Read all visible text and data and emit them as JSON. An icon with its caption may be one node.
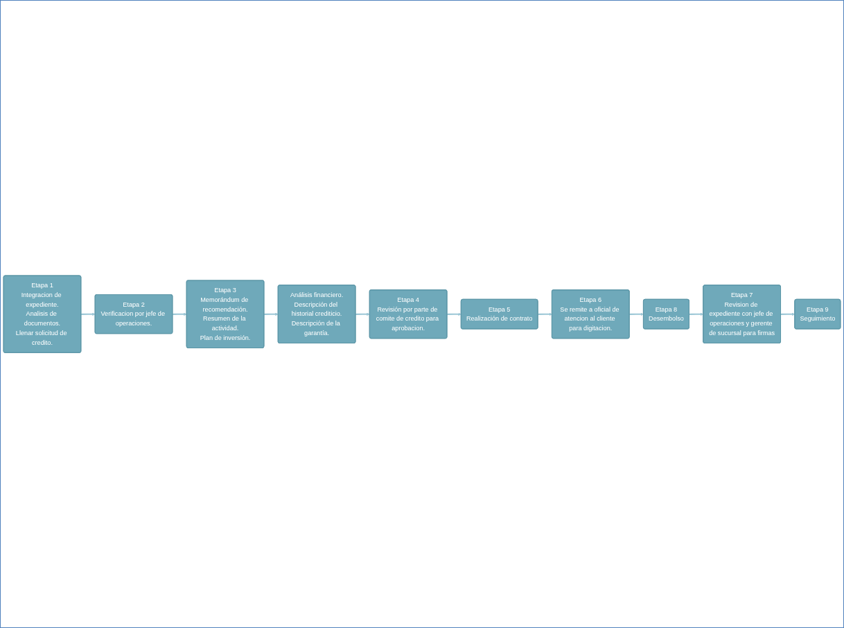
{
  "diagram": {
    "nodes": [
      {
        "text": [
          "Etapa 1",
          "Integracion de expediente.",
          "Analisis de documentos.",
          "Llenar solicitud de credito."
        ]
      },
      {
        "text": [
          "Etapa 2",
          "Verificacion por jefe de operaciones."
        ]
      },
      {
        "text": [
          "Etapa 3",
          "Memorándum de recomendación.",
          "Resumen de la actividad.",
          "Plan de inversión."
        ]
      },
      {
        "text": [
          "Análisis financiero.",
          "Descripción del historial crediticio.",
          "Descripción de la garantía."
        ]
      },
      {
        "text": [
          "Etapa 4",
          "Revisión por parte de comite de credito para aprobacion."
        ]
      },
      {
        "text": [
          "Etapa 5",
          "Realización de contrato"
        ]
      },
      {
        "text": [
          "Etapa 6",
          "Se remite a oficial de atencion al cliente para digitacion."
        ]
      },
      {
        "text": [
          "Etapa 8",
          "Desembolso"
        ]
      },
      {
        "text": [
          "Etapa 7",
          "Revision de expediente con jefe de operaciones y gerente de sucursal para firmas"
        ]
      },
      {
        "text": [
          "Etapa 9",
          "Seguimiento"
        ]
      }
    ],
    "edges": [
      {
        "from": 0,
        "to": 1,
        "arrow": "to"
      },
      {
        "from": 1,
        "to": 2,
        "arrow": "to"
      },
      {
        "from": 2,
        "to": 3,
        "arrow": "to"
      },
      {
        "from": 3,
        "to": 4,
        "arrow": "to"
      },
      {
        "from": 4,
        "to": 5,
        "arrow": "to"
      },
      {
        "from": 5,
        "to": 6,
        "arrow": "to"
      },
      {
        "from": 6,
        "to": 7,
        "arrow": "to"
      },
      {
        "from": 7,
        "to": 8,
        "arrow": "to"
      },
      {
        "from": 8,
        "to": 9,
        "arrow": "to"
      }
    ]
  }
}
